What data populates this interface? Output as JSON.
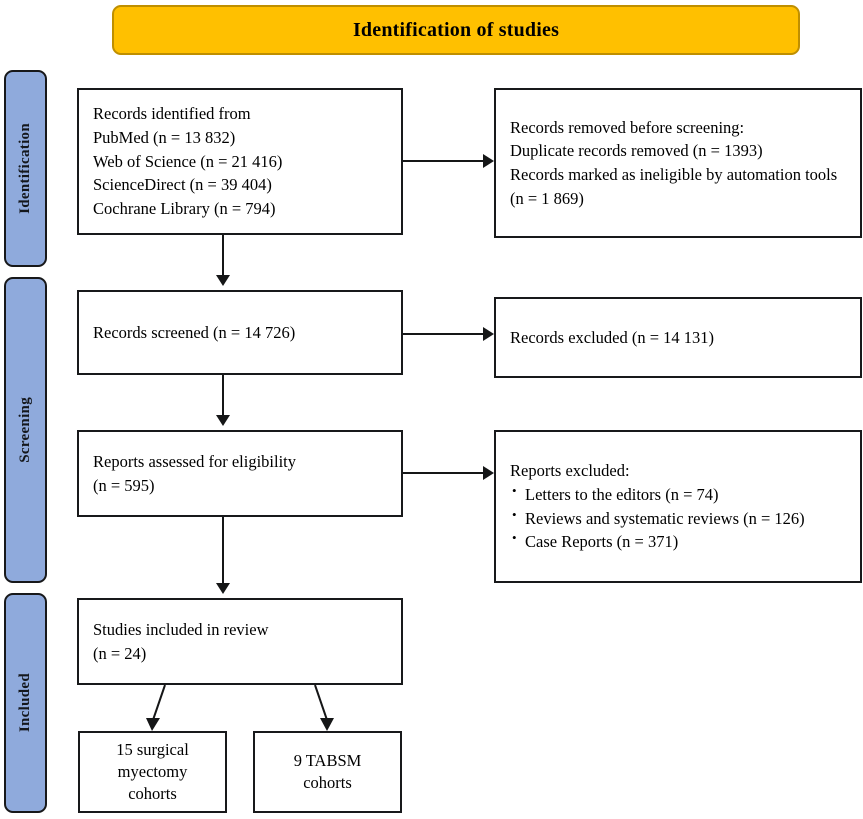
{
  "banner": {
    "title": "Identification of studies",
    "bg": "#FFC000",
    "border": "#BF8F00"
  },
  "stages": {
    "bg": "#8FAADC",
    "items": [
      {
        "key": "identification",
        "label": "Identification"
      },
      {
        "key": "screening",
        "label": "Screening"
      },
      {
        "key": "included",
        "label": "Included"
      }
    ]
  },
  "boxes": {
    "identified": {
      "lines": [
        "Records identified from",
        "PubMed (n = 13 832)",
        "Web of Science (n = 21 416)",
        "ScienceDirect (n = 39 404)",
        "Cochrane Library (n = 794)"
      ]
    },
    "removed": {
      "line1": "Records removed before screening:",
      "line2": "Duplicate records removed (n = 1393)",
      "line3": "Records marked as ineligible by automation tools (n = 1 869)"
    },
    "screened": {
      "line1": "Records screened (n = 14 726)"
    },
    "excluded_records": {
      "line1": "Records excluded (n = 14 131)"
    },
    "eligibility": {
      "line1": "Reports assessed for eligibility",
      "line2": "(n = 595)"
    },
    "excluded_reports": {
      "heading": "Reports excluded:",
      "items": [
        "Letters to the editors (n = 74)",
        "Reviews and systematic reviews (n = 126)",
        "Case Reports (n = 371)"
      ]
    },
    "included_review": {
      "line1": "Studies included in review",
      "line2": "(n = 24)"
    },
    "myectomy": {
      "line1": "15 surgical",
      "line2": "myectomy",
      "line3": "cohorts"
    },
    "tabsm": {
      "line1": "9 TABSM",
      "line2": "cohorts"
    }
  }
}
